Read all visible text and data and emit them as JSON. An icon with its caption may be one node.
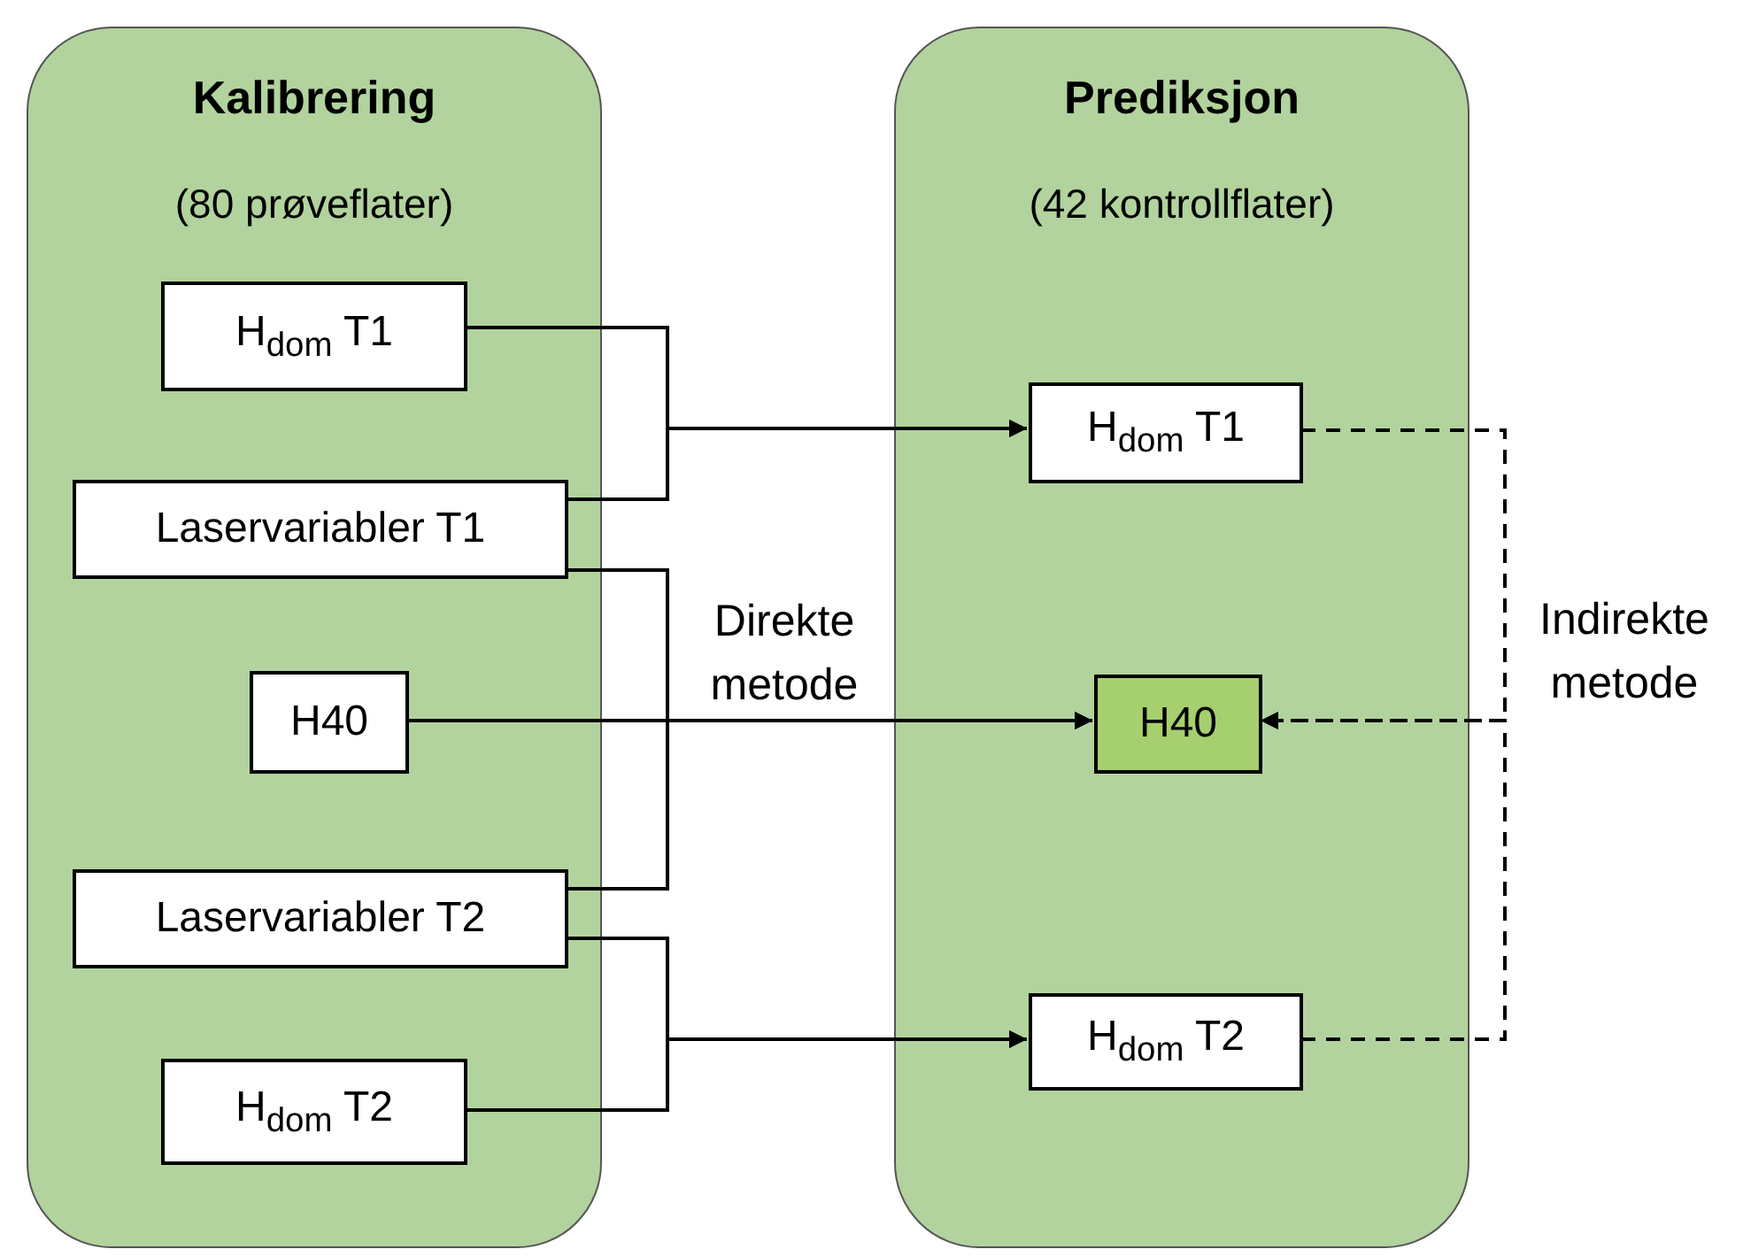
{
  "diagram": {
    "nodes": [
      {
        "text": [
          "Kalibrering",
          "(80 prøveflater)"
        ]
      },
      {
        "text": [
          "H$_{dom}$ T1"
        ],
        "in": 0
      },
      {
        "text": [
          "Laservariabler T1"
        ],
        "in": 0
      },
      {
        "text": [
          "H40"
        ],
        "in": 0
      },
      {
        "text": [
          "Laservariabler T2"
        ],
        "in": 0
      },
      {
        "text": [
          "H$_{dom}$ T2"
        ],
        "in": 0
      },
      {
        "text": [
          "Prediksjon",
          "(42 kontrollflater)"
        ]
      },
      {
        "text": [
          "H$_{dom}$ T1"
        ],
        "in": 6
      },
      {
        "text": [
          "H40"
        ],
        "in": 6
      },
      {
        "text": [
          "H$_{dom}$ T2"
        ],
        "in": 6
      }
    ],
    "edges": [
      {
        "from": 1,
        "to": 7,
        "arrow": "to"
      },
      {
        "from": 2,
        "to": 7,
        "arrow": "to"
      },
      {
        "from": 2,
        "to": 8,
        "arrow": "to"
      },
      {
        "from": 3,
        "to": 8,
        "arrow": "to"
      },
      {
        "from": 4,
        "to": 8,
        "arrow": "to"
      },
      {
        "from": 4,
        "to": 9,
        "arrow": "to"
      },
      {
        "from": 5,
        "to": 9,
        "arrow": "to"
      },
      {
        "from": 7,
        "to": 8,
        "arrow": "to",
        "style": "dashed"
      },
      {
        "from": 9,
        "to": 8,
        "arrow": "to",
        "style": "dashed"
      }
    ],
    "labels": [
      "Direkte metode",
      "Indirekte metode"
    ]
  }
}
